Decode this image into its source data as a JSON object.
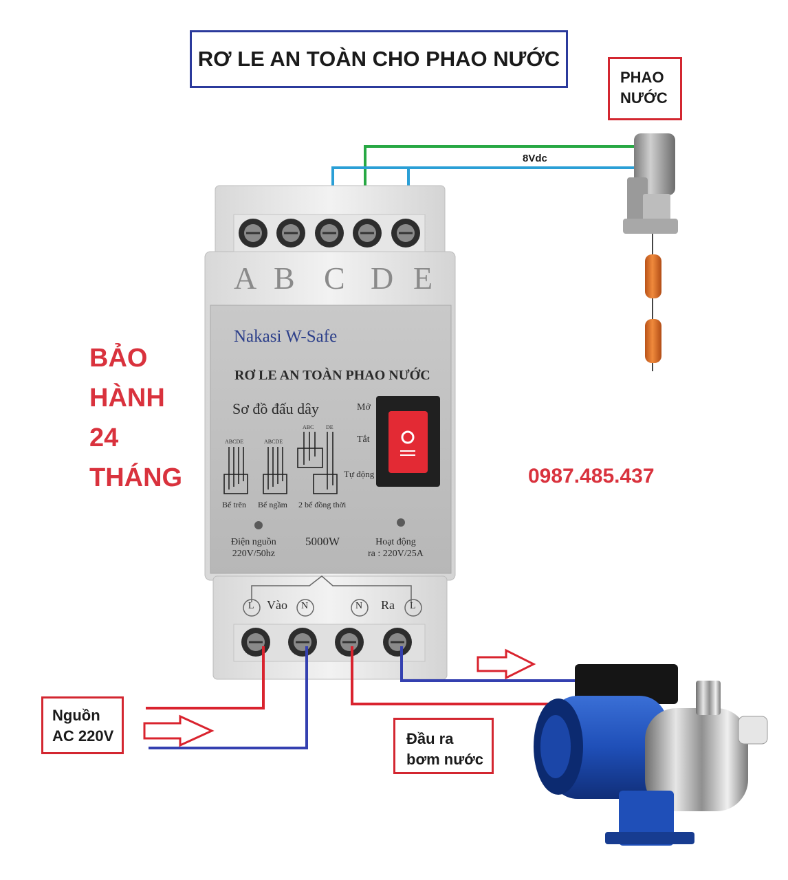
{
  "title": "RƠ LE AN TOÀN CHO PHAO NƯỚC",
  "float_box": {
    "line1": "PHAO",
    "line2": "NƯỚC"
  },
  "voltage_label": "8Vdc",
  "warranty": {
    "line1": "BẢO",
    "line2": "HÀNH",
    "line3": "24",
    "line4": "THÁNG"
  },
  "phone": "0987.485.437",
  "source_box": {
    "line1": "Nguồn",
    "line2": "AC 220V"
  },
  "output_box": {
    "line1": "Đầu ra",
    "line2": "bơm nước"
  },
  "device": {
    "top_terminals": [
      "A",
      "B",
      "C",
      "D",
      "E"
    ],
    "brand": "Nakasi W-Safe",
    "product_title": "RƠ LE AN TOÀN PHAO NƯỚC",
    "wiring_title": "Sơ đồ đấu dây",
    "switch_labels": {
      "on": "Mở",
      "off": "Tắt",
      "auto": "Tự động"
    },
    "diagram_headers": [
      "ABCDE",
      "ABCDE",
      "ABC",
      "DE"
    ],
    "diagram_captions": [
      "Bể trên",
      "Bể ngầm",
      "2 bể đồng thời"
    ],
    "power_label": {
      "line1": "Điện nguồn",
      "line2": "220V/50hz"
    },
    "power_rating": "5000W",
    "output_label": {
      "line1": "Hoạt động",
      "line2": "ra : 220V/25A"
    },
    "bottom_labels": {
      "in": "Vào",
      "out": "Ra",
      "l": "L",
      "n": "N"
    }
  },
  "colors": {
    "title_border": "#2b3a9c",
    "box_border": "#d32630",
    "accent_text": "#d9323d",
    "wire_green": "#27a844",
    "wire_blue_light": "#2a9fd6",
    "wire_red": "#d9232e",
    "wire_blue": "#3440b0",
    "switch_red": "#e32a34",
    "float_orange": "#e8742a",
    "pump_blue": "#1f4fb8"
  }
}
